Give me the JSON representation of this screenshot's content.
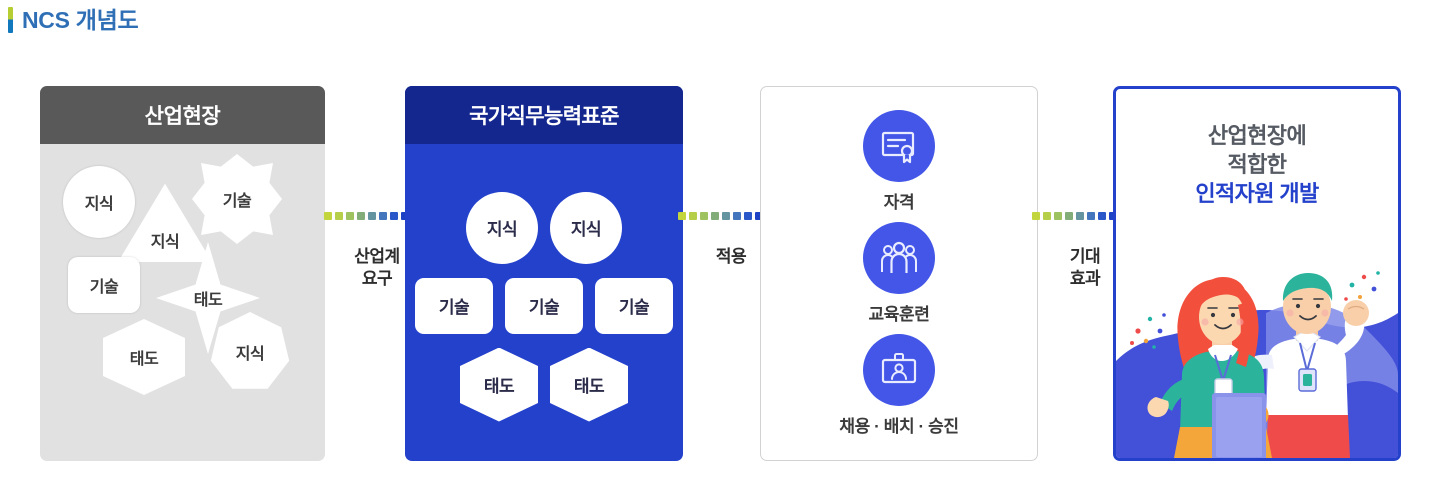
{
  "page": {
    "title": "NCS 개념도",
    "accent_green": "#b7ce33",
    "accent_blue": "#1278bd",
    "title_color": "#2f6fb5"
  },
  "panels": {
    "industry": {
      "header": "산업현장",
      "header_bg": "#595959",
      "body_bg": "#e1e1e1",
      "shapes": [
        {
          "label": "지식",
          "shape": "circle"
        },
        {
          "label": "지식",
          "shape": "triangle"
        },
        {
          "label": "기술",
          "shape": "burst"
        },
        {
          "label": "기술",
          "shape": "rounded-rect"
        },
        {
          "label": "태도",
          "shape": "star4"
        },
        {
          "label": "태도",
          "shape": "hexagon"
        },
        {
          "label": "지식",
          "shape": "heptagon"
        }
      ]
    },
    "ncs": {
      "header": "국가직무능력표준",
      "header_bg": "#14278f",
      "body_bg": "#2441cc",
      "row_knowledge": [
        "지식",
        "지식"
      ],
      "row_skill": [
        "기술",
        "기술",
        "기술"
      ],
      "row_attitude": [
        "태도",
        "태도"
      ]
    },
    "apply": {
      "border_color": "#d2d2d2",
      "icon_color": "#4356e8",
      "items": [
        {
          "icon": "certificate-icon",
          "label": "자격"
        },
        {
          "icon": "people-group-icon",
          "label": "교육훈련"
        },
        {
          "icon": "id-card-icon",
          "label": "채용 · 배치 · 승진"
        }
      ]
    },
    "outcome": {
      "border_color": "#2441cc",
      "line1": "산업현장에",
      "line2": "적합한",
      "line3": "인적자원 개발",
      "line_gray_color": "#555a63",
      "line_blue_color": "#2441cc",
      "illustration": "two-people-illustration"
    }
  },
  "arrows": [
    {
      "label_line1": "산업계",
      "label_line2": "요구",
      "head_color": "#1d43c4"
    },
    {
      "label_line1": "적용",
      "label_line2": "",
      "head_color": "#1d43c4"
    },
    {
      "label_line1": "기대",
      "label_line2": "효과",
      "head_color": "#1d43c4"
    }
  ]
}
